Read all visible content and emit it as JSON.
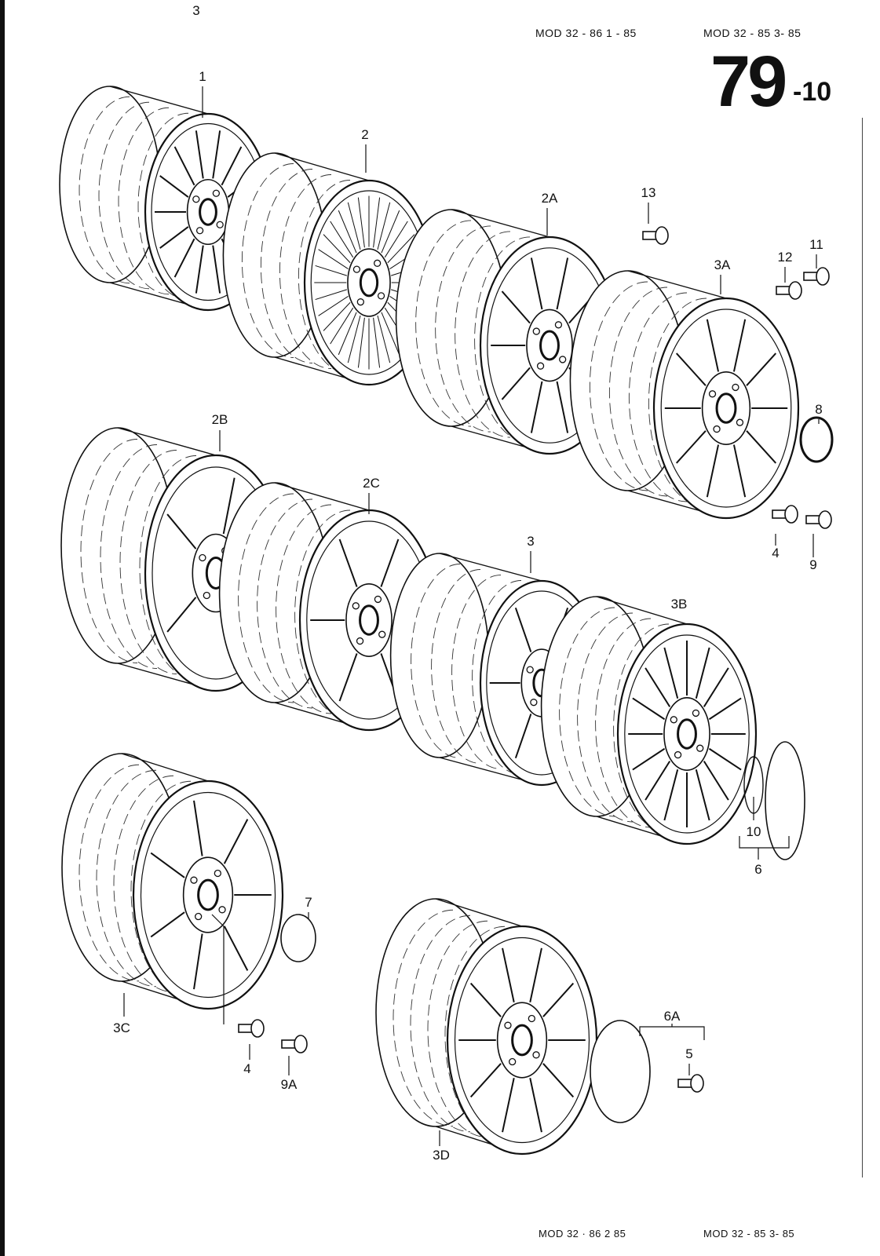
{
  "header": {
    "model_left": "MOD 32 - 86   1 - 85",
    "model_right": "MOD 32 - 85   3- 85",
    "page_number": "79",
    "page_suffix": "-10"
  },
  "footer": {
    "model_left": "MOD 32 · 86   2  85",
    "model_right": "MOD 32 - 85   3- 85"
  },
  "callouts": [
    "3",
    "1",
    "2",
    "2A",
    "13",
    "12",
    "11",
    "3A",
    "8",
    "2B",
    "2C",
    "3",
    "4",
    "9",
    "3B",
    "10",
    "6",
    "3C",
    "7",
    "4",
    "9A",
    "3D",
    "6A",
    "5"
  ]
}
